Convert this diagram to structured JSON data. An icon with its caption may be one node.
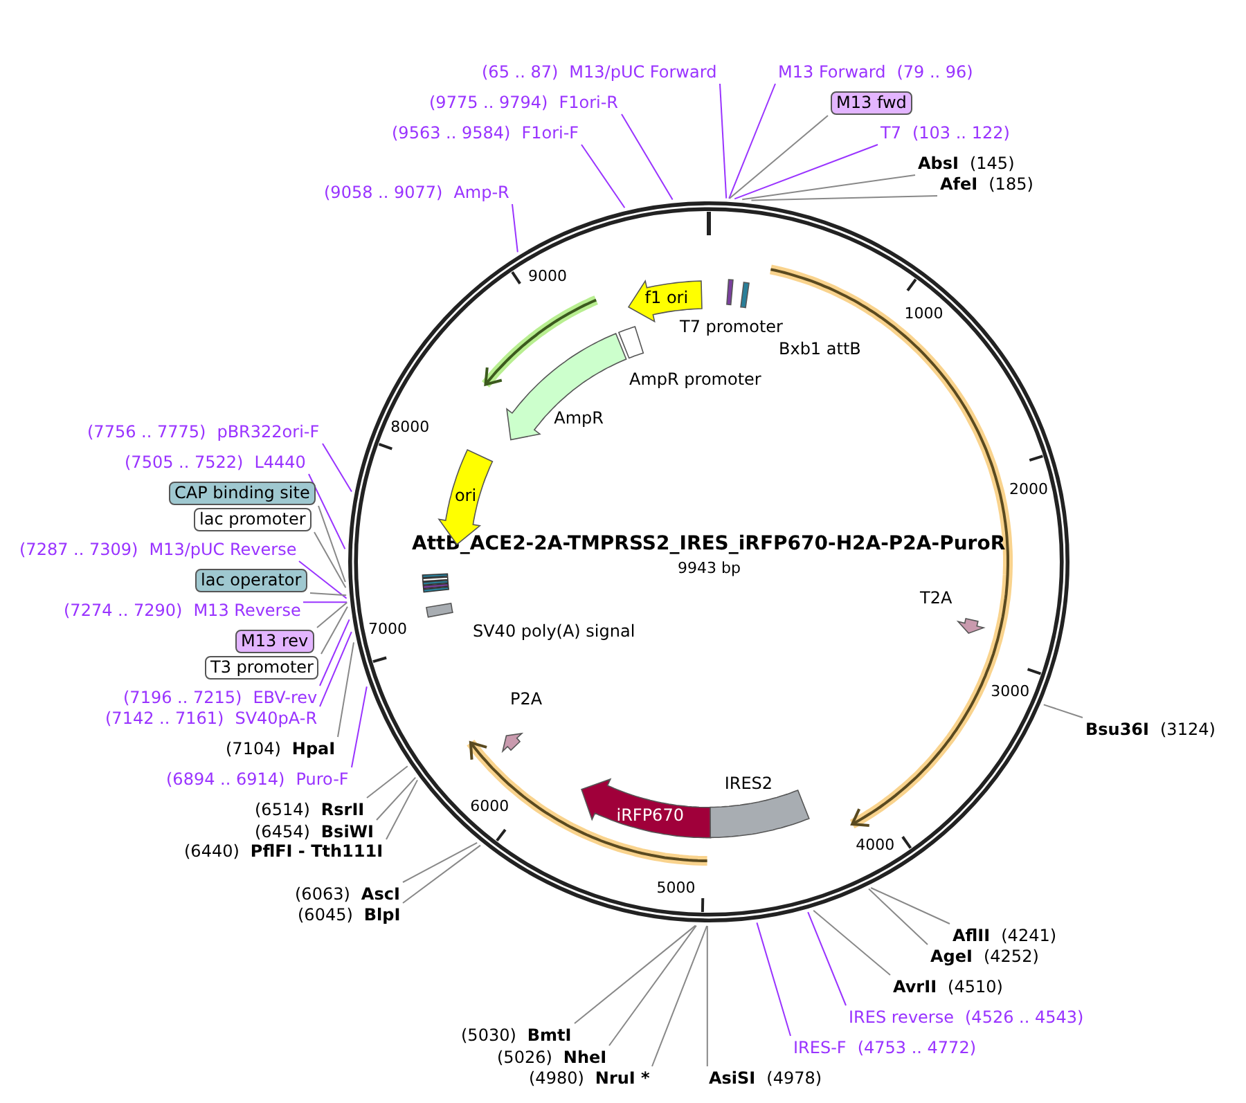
{
  "diagram": {
    "title": "AttB_ACE2-2A-TMPRSS2_IRES_iRFP670-H2A-P2A-PuroR",
    "nodes": [
      {
        "text": [
          "(65 .. 87)",
          "M13/pUC Forward"
        ]
      },
      {
        "text": [
          "M13 Forward",
          "(79 .. 96)"
        ]
      },
      {
        "text": [
          "M13 fwd"
        ]
      },
      {
        "text": [
          "(9775 .. 9794)",
          "F1ori-R"
        ]
      },
      {
        "text": [
          "T7",
          "(103 .. 122)"
        ]
      },
      {
        "text": [
          "(9563 .. 9584)",
          "F1ori-F"
        ]
      },
      {
        "text": [
          "AbsI",
          "(145)"
        ]
      },
      {
        "text": [
          "AfeI",
          "(185)"
        ]
      },
      {
        "text": [
          "(9058 .. 9077)",
          "Amp-R"
        ]
      },
      {
        "text": [
          "(7756 .. 7775)",
          "pBR322ori-F"
        ]
      },
      {
        "text": [
          "(7505 .. 7522)",
          "L4440"
        ]
      },
      {
        "text": [
          "CAP binding site"
        ]
      },
      {
        "text": [
          "lac promoter"
        ]
      },
      {
        "text": [
          "(7287 .. 7309)",
          "M13/pUC Reverse"
        ]
      },
      {
        "text": [
          "lac operator"
        ]
      },
      {
        "text": [
          "(7274 .. 7290)",
          "M13 Reverse"
        ]
      },
      {
        "text": [
          "M13 rev"
        ]
      },
      {
        "text": [
          "T3 promoter"
        ]
      },
      {
        "text": [
          "(7196 .. 7215)",
          "EBV-rev"
        ]
      },
      {
        "text": [
          "(7142 .. 7161)",
          "SV40pA-R"
        ]
      },
      {
        "text": [
          "(7104)",
          "HpaI"
        ]
      },
      {
        "text": [
          "(6894 .. 6914)",
          "Puro-F"
        ]
      },
      {
        "text": [
          "(6514)",
          "RsrII"
        ]
      },
      {
        "text": [
          "(6454)",
          "BsiWI"
        ]
      },
      {
        "text": [
          "(6440)",
          "PflFI  - Tth111I"
        ]
      },
      {
        "text": [
          "(6063)",
          "AscI"
        ]
      },
      {
        "text": [
          "(6045)",
          "BlpI"
        ]
      },
      {
        "text": [
          "Bsu36I",
          "(3124)"
        ]
      },
      {
        "text": [
          "AflII",
          "(4241)"
        ]
      },
      {
        "text": [
          "AgeI",
          "(4252)"
        ]
      },
      {
        "text": [
          "AvrII",
          "(4510)"
        ]
      },
      {
        "text": [
          "IRES reverse",
          "(4526 .. 4543)"
        ]
      },
      {
        "text": [
          "IRES-F",
          "(4753 .. 4772)"
        ]
      },
      {
        "text": [
          "(5030)",
          "BmtI"
        ]
      },
      {
        "text": [
          "(5026)",
          "NheI"
        ]
      },
      {
        "text": [
          "(4980)",
          "NruI *"
        ]
      },
      {
        "text": [
          "AsiSI",
          "(4978)"
        ]
      },
      {
        "text": [
          "f1 ori"
        ]
      },
      {
        "text": [
          "AmpR promoter"
        ]
      },
      {
        "text": [
          "AmpR"
        ]
      },
      {
        "text": [
          "ori"
        ]
      },
      {
        "text": [
          "SV40 poly(A) signal"
        ]
      },
      {
        "text": [
          "P2A"
        ]
      },
      {
        "text": [
          "iRFP670"
        ]
      },
      {
        "text": [
          "IRES2"
        ]
      },
      {
        "text": [
          "T2A"
        ]
      },
      {
        "text": [
          "Bxb1 attB"
        ]
      },
      {
        "text": [
          "T7 promoter"
        ]
      }
    ],
    "edges": [
      {
        "from": 0,
        "to": null,
        "arrow": "none",
        "color": "#9933ff"
      },
      {
        "from": 1,
        "to": null,
        "arrow": "none",
        "color": "#9933ff"
      },
      {
        "from": 2,
        "to": null,
        "arrow": "none"
      },
      {
        "from": 3,
        "to": null,
        "arrow": "none",
        "color": "#9933ff"
      },
      {
        "from": 4,
        "to": null,
        "arrow": "none",
        "color": "#9933ff"
      },
      {
        "from": 5,
        "to": null,
        "arrow": "none",
        "color": "#9933ff"
      },
      {
        "from": 6,
        "to": null,
        "arrow": "none"
      },
      {
        "from": 7,
        "to": null,
        "arrow": "none"
      },
      {
        "from": 8,
        "to": null,
        "arrow": "none",
        "color": "#9933ff"
      },
      {
        "from": 9,
        "to": null,
        "arrow": "none",
        "color": "#9933ff"
      },
      {
        "from": 10,
        "to": null,
        "arrow": "none",
        "color": "#9933ff"
      },
      {
        "from": 11,
        "to": null,
        "arrow": "none"
      },
      {
        "from": 12,
        "to": null,
        "arrow": "none"
      },
      {
        "from": 13,
        "to": null,
        "arrow": "none",
        "color": "#9933ff"
      },
      {
        "from": 14,
        "to": null,
        "arrow": "none"
      },
      {
        "from": 15,
        "to": null,
        "arrow": "none",
        "color": "#9933ff"
      },
      {
        "from": 16,
        "to": null,
        "arrow": "none"
      },
      {
        "from": 17,
        "to": null,
        "arrow": "none"
      },
      {
        "from": 18,
        "to": null,
        "arrow": "none",
        "color": "#9933ff"
      },
      {
        "from": 19,
        "to": null,
        "arrow": "none",
        "color": "#9933ff"
      },
      {
        "from": 20,
        "to": null,
        "arrow": "none"
      },
      {
        "from": 21,
        "to": null,
        "arrow": "none",
        "color": "#9933ff"
      },
      {
        "from": 22,
        "to": null,
        "arrow": "none"
      },
      {
        "from": 23,
        "to": null,
        "arrow": "none"
      },
      {
        "from": 24,
        "to": null,
        "arrow": "none"
      },
      {
        "from": 25,
        "to": null,
        "arrow": "none"
      },
      {
        "from": 26,
        "to": null,
        "arrow": "none"
      },
      {
        "from": 27,
        "to": null,
        "arrow": "none"
      },
      {
        "from": 28,
        "to": null,
        "arrow": "none"
      },
      {
        "from": 29,
        "to": null,
        "arrow": "none"
      },
      {
        "from": 30,
        "to": null,
        "arrow": "none"
      },
      {
        "from": 31,
        "to": null,
        "arrow": "none",
        "color": "#9933ff"
      },
      {
        "from": 32,
        "to": null,
        "arrow": "none",
        "color": "#9933ff"
      },
      {
        "from": 33,
        "to": null,
        "arrow": "none"
      },
      {
        "from": 34,
        "to": null,
        "arrow": "none"
      },
      {
        "from": 35,
        "to": null,
        "arrow": "none"
      },
      {
        "from": 36,
        "to": null,
        "arrow": "none"
      }
    ],
    "labels": [
      "9943 bp",
      "1000",
      "2000",
      "3000",
      "4000",
      "5000",
      "6000",
      "7000",
      "8000",
      "9000"
    ]
  }
}
